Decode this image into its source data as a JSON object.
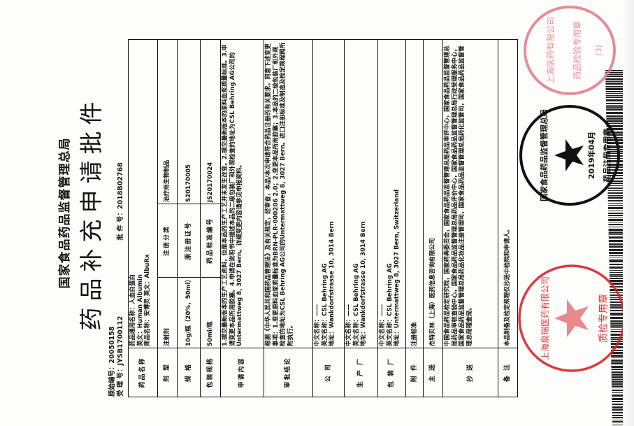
{
  "header": {
    "agency": "国家食品药品监督管理总局",
    "title": "药品补充申请批件"
  },
  "meta": {
    "original_no_label": "原始编号：",
    "original_no": "20050158",
    "accept_no_label": "受 理 号：",
    "accept_no": "JYSB1700112",
    "approval_no_label": "批 件 号：",
    "approval_no": "2018B02768"
  },
  "table": {
    "drug_name": {
      "label": "药品名称",
      "lines": [
        "药品通用名称：人血白蛋白",
        "英文：Human Albumin",
        "商品名称：安博灵 英文：AlbuRx"
      ]
    },
    "dosage_form": {
      "label": "剂 型",
      "value": "注射剂",
      "label2": "注册分类",
      "value2": "治疗用生物制品"
    },
    "spec": {
      "label": "规 格",
      "value": "10g/瓶（20%，50ml）",
      "label2": "原注册证号",
      "value2": "S20170005"
    },
    "package": {
      "label": "包装规格",
      "value": "50ml/瓶",
      "label2": "药品标准编号",
      "value2": "JS20170024"
    },
    "application": {
      "label": "申请内容",
      "value": "1.提交最新版本的生产工艺资料，但是本品的生产工艺并未发生改变。2.提交最新版本的原料血浆质量标准。3.申请变更本品所用胶塞。4.申请在说明书中描述本品的二级包装厂和外观检查的地址为CSL Behring AG公司的Untermattweg 8, 3027 Bern。详细变更内容请参见申报资料。"
    },
    "conclusion": {
      "label": "审批结论",
      "value": "根据《中华人民共和国药品管理法》及有关规定，经审查，本品/本次申请符合药品注册的有关要求，同意下述变更事项：1.变更原料血浆质量标准为BRN-PLR-000206 2.0；2.变更本品所用胶塞；3.本品的二级包装厂和外观检查的地址为CSL Behring AG公司的Untermattweg 8, 3027 Bern。进口注册标准及制造及检定规程照所附执行。"
    },
    "company": {
      "label": "公 司",
      "lines": [
        "中文名称：——",
        "英文名称：CSL Behring AG",
        "地址：Wankdorfstrasse 10, 3014 Bern"
      ]
    },
    "manufacturer": {
      "label": "生 产 厂",
      "lines": [
        "中文名称：——",
        "英文名称：CSL Behring AG",
        "地址：Wankdorfstrasse 10, 3014 Bern"
      ]
    },
    "packager": {
      "label": "包 装 厂",
      "lines": [
        "中文名称：——",
        "英文名称：CSL Behring AG",
        "地址：Untermattweg 8, 3027 Bern, Switzerland"
      ]
    },
    "attachment": {
      "label": "附 件",
      "value": "注册标准"
    },
    "recipient": {
      "label": "主 送",
      "value": "杰特贝林（上海）医药信息咨询有限公司"
    },
    "cc": {
      "label": "抄 送",
      "value": "中国食品药品检定研究院，国家药典委员会，国家食品药品监督管理总局药品审评中心，国家食品药品监督管理总局药品审核查验中心，国家食品药品监督管理总局药品评价中心，国家食品药品监督管理总局行政受理服务中心，国家食品药品监督管理总局药品化妆品注册管理司，国家食品药品监督管理总局药化监管司，国家食品药品监督管理总局稽查局。"
    },
    "remarks": {
      "label": "备 注",
      "value": "本品制备及检定规程仅抄送中检院和申请人。"
    }
  },
  "stamps": {
    "official": {
      "ring": "国家食品药品监督管理总局",
      "bottom": "药品注册专用章",
      "date": "2019年04月"
    },
    "pink": {
      "ring": "上海医药有限公司",
      "inner": "药品检验专用章",
      "num": "(3)"
    },
    "red": {
      "ring": "上海泉瑞医药有限公司",
      "bottom": "质检专用章"
    }
  },
  "colors": {
    "ink": "#141414",
    "red_stamp": "#d8262b",
    "pink_stamp": "#e07a8a",
    "black_stamp": "#111111"
  }
}
